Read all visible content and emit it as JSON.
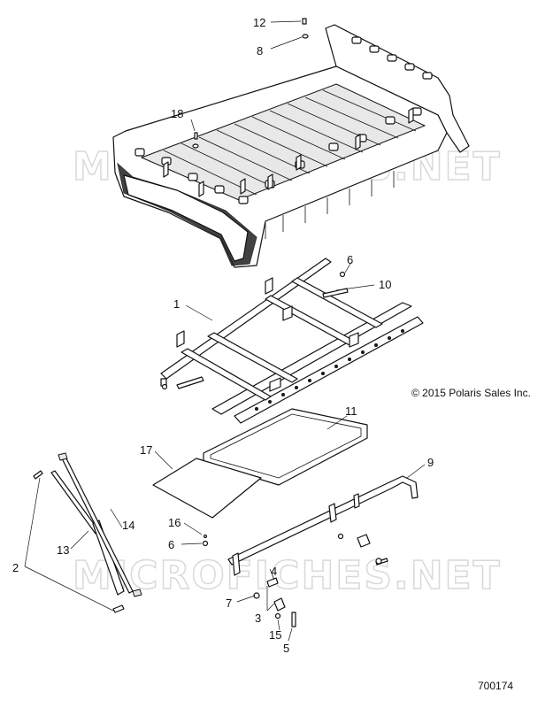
{
  "watermark": "MICROFICHES.NET",
  "copyright": "© 2015 Polaris Sales Inc.",
  "figure_number": "700174",
  "callouts": [
    "12",
    "8",
    "18",
    "6",
    "10",
    "1",
    "11",
    "17",
    "9",
    "16",
    "6",
    "14",
    "13",
    "2",
    "4",
    "7",
    "3",
    "15",
    "5"
  ]
}
